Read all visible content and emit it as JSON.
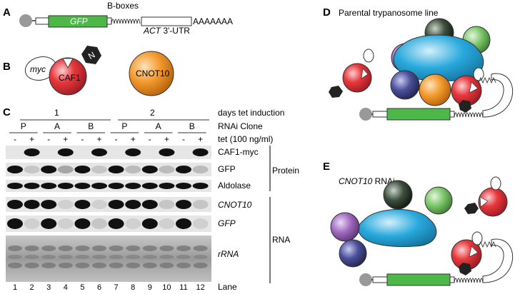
{
  "panels": {
    "A": "A",
    "B": "B",
    "C": "C",
    "D": "D",
    "E": "E"
  },
  "panel_a": {
    "gfp": "GFP",
    "bboxes": "B-boxes",
    "utr_italic": "ACT",
    "utr_rest": " 3'-UTR",
    "polya": "AAAAAAA"
  },
  "panel_b": {
    "myc": "myc",
    "caf1": "CAF1",
    "n": "N",
    "cnot10": "CNOT10"
  },
  "panel_c": {
    "groups": [
      "1",
      "2"
    ],
    "row_days": "days tet induction",
    "row_clone": "RNAi Clone",
    "row_tet": "tet (100 ng/ml)",
    "clones": [
      "P",
      "A",
      "B",
      "P",
      "A",
      "B"
    ],
    "tet_signs": [
      "-",
      "+",
      "-",
      "+",
      "-",
      "+",
      "-",
      "+",
      "-",
      "+",
      "-",
      "+"
    ],
    "blot_labels": [
      "CAF1-myc",
      "GFP",
      "Aldolase",
      "CNOT10",
      "GFP",
      "rRNA"
    ],
    "protein": "Protein",
    "rna": "RNA",
    "lanes": [
      "1",
      "2",
      "3",
      "4",
      "5",
      "6",
      "7",
      "8",
      "9",
      "10",
      "11",
      "12"
    ],
    "lane_label": "Lane"
  },
  "panel_d": {
    "title": "Parental trypanosome line"
  },
  "panel_e": {
    "title_italic": "CNOT10",
    "title_rest": " RNAi"
  },
  "colors": {
    "gfp_green": "#4db848",
    "caf1_red": "#e8383d",
    "cnot10_orange": "#f39a2b",
    "complex_blue": "#29a9dc",
    "purple": "#a06bc0",
    "navy": "#4a4f9a",
    "green_light": "#7dc66b",
    "dark_green": "#2c3a2c",
    "gray_cap": "#999999"
  }
}
